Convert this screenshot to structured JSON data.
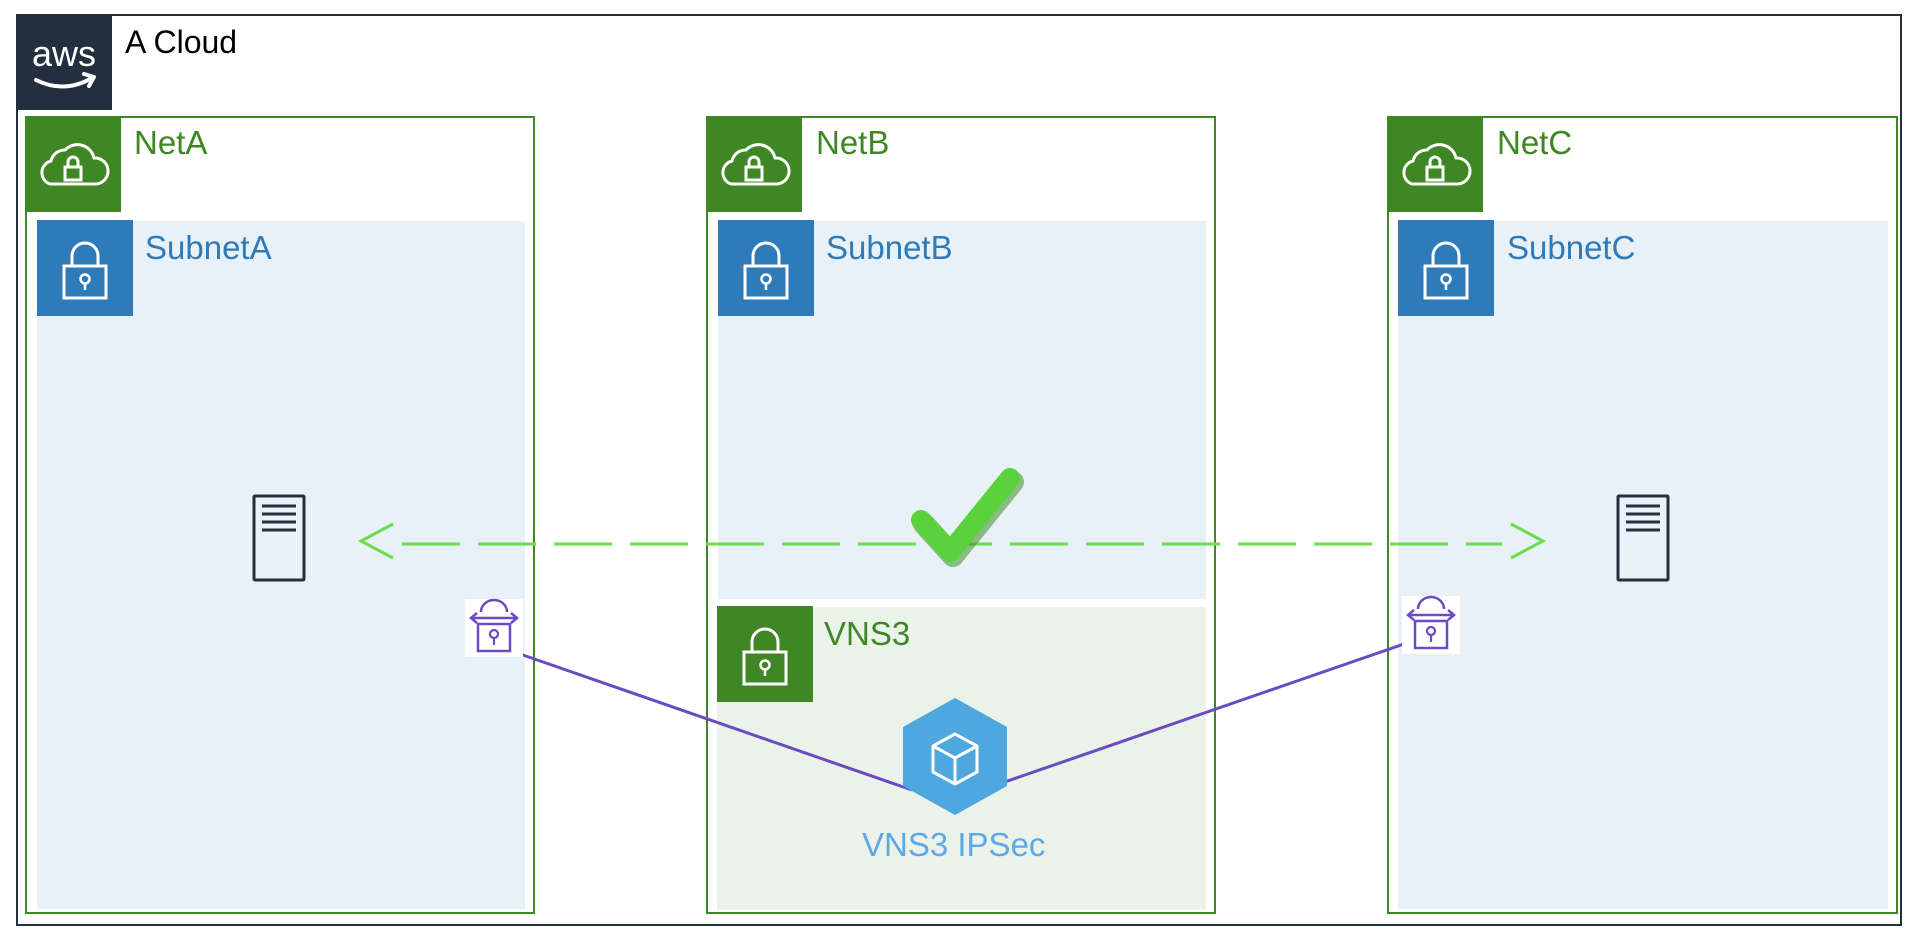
{
  "cloud": {
    "title": "A Cloud",
    "logo_text": "aws"
  },
  "networks": [
    {
      "name": "NetA",
      "subnet": "SubnetA"
    },
    {
      "name": "NetB",
      "subnet": "SubnetB"
    },
    {
      "name": "NetC",
      "subnet": "SubnetC"
    }
  ],
  "vns3": {
    "subnet_label": "VNS3",
    "appliance_label": "VNS3 IPSec"
  },
  "connection": {
    "status_icon": "checkmark-icon"
  },
  "colors": {
    "aws_dark": "#232f3e",
    "vpc_green": "#3f8624",
    "subnet_blue": "#2f7ab8",
    "subnet_fill": "#e8f0f8",
    "vns_fill": "#ebf2ea",
    "appliance_blue": "#5da8e6",
    "tunnel_purple": "#6a4bc4",
    "connection_green": "#6cdd4a"
  }
}
